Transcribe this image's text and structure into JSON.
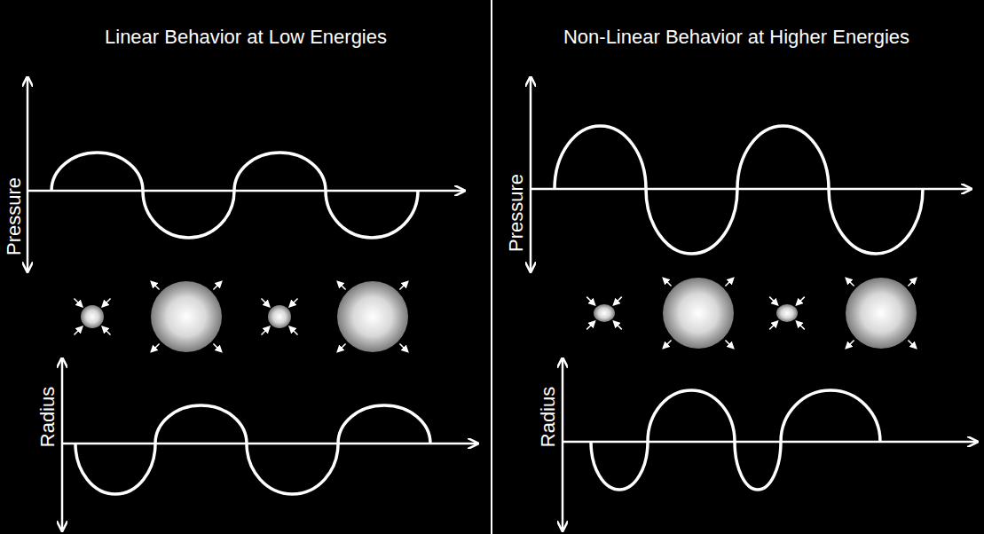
{
  "diagram": {
    "labels": [
      "Linear Behavior at Low Energies",
      "Pressure",
      "Radius",
      "Non-Linear Behavior at Higher Energies",
      "Pressure",
      "Radius"
    ]
  }
}
